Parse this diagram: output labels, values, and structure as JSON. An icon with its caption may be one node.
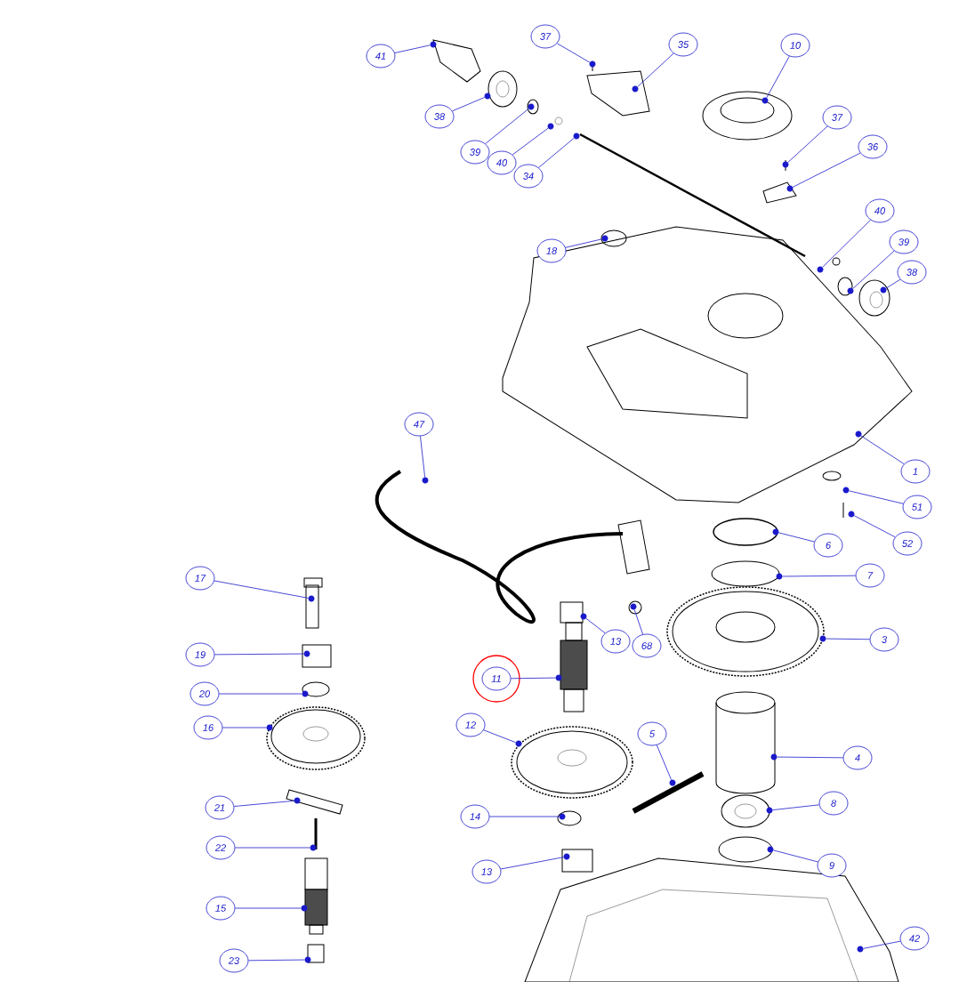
{
  "diagram": {
    "nodes": [
      {
        "text": [
          "41"
        ]
      },
      {
        "text": [
          "37"
        ]
      },
      {
        "text": [
          "35"
        ]
      },
      {
        "text": [
          "10"
        ]
      },
      {
        "text": [
          "38"
        ]
      },
      {
        "text": [
          "39"
        ]
      },
      {
        "text": [
          "40"
        ]
      },
      {
        "text": [
          "34"
        ]
      },
      {
        "text": [
          "37"
        ]
      },
      {
        "text": [
          "36"
        ]
      },
      {
        "text": [
          "18"
        ]
      },
      {
        "text": [
          "40"
        ]
      },
      {
        "text": [
          "39"
        ]
      },
      {
        "text": [
          "38"
        ]
      },
      {
        "text": [
          "47"
        ]
      },
      {
        "text": [
          "1"
        ]
      },
      {
        "text": [
          "51"
        ]
      },
      {
        "text": [
          "52"
        ]
      },
      {
        "text": [
          "6"
        ]
      },
      {
        "text": [
          "17"
        ]
      },
      {
        "text": [
          "7"
        ]
      },
      {
        "text": [
          "13"
        ]
      },
      {
        "text": [
          "68"
        ]
      },
      {
        "text": [
          "3"
        ]
      },
      {
        "text": [
          "19"
        ]
      },
      {
        "text": [
          "11"
        ]
      },
      {
        "text": [
          "20"
        ]
      },
      {
        "text": [
          "12"
        ]
      },
      {
        "text": [
          "5"
        ]
      },
      {
        "text": [
          "16"
        ]
      },
      {
        "text": [
          "4"
        ]
      },
      {
        "text": [
          "21"
        ]
      },
      {
        "text": [
          "8"
        ]
      },
      {
        "text": [
          "14"
        ]
      },
      {
        "text": [
          "22"
        ]
      },
      {
        "text": [
          "9"
        ]
      },
      {
        "text": [
          "13"
        ]
      },
      {
        "text": [
          "15"
        ]
      },
      {
        "text": [
          "42"
        ]
      },
      {
        "text": [
          "23"
        ]
      },
      {
        "text": [],
        "shape": "circle"
      },
      {
        "text": [],
        "shape": "circle"
      },
      {
        "text": [],
        "shape": "circle"
      },
      {
        "text": [],
        "shape": "circle"
      },
      {
        "text": [],
        "shape": "circle"
      },
      {
        "text": [],
        "shape": "circle"
      },
      {
        "text": [],
        "shape": "circle"
      },
      {
        "text": [],
        "shape": "circle"
      },
      {
        "text": [],
        "shape": "circle"
      },
      {
        "text": [],
        "shape": "circle"
      },
      {
        "text": [],
        "shape": "circle"
      },
      {
        "text": [],
        "shape": "circle"
      },
      {
        "text": [],
        "shape": "circle"
      },
      {
        "text": [],
        "shape": "circle"
      },
      {
        "text": [],
        "shape": "circle"
      },
      {
        "text": [],
        "shape": "circle"
      },
      {
        "text": [],
        "shape": "circle"
      },
      {
        "text": [],
        "shape": "circle"
      },
      {
        "text": [],
        "shape": "circle"
      },
      {
        "text": [],
        "shape": "circle"
      },
      {
        "text": [],
        "shape": "circle"
      },
      {
        "text": [],
        "shape": "circle"
      },
      {
        "text": [],
        "shape": "circle"
      },
      {
        "text": [],
        "shape": "circle"
      },
      {
        "text": [],
        "shape": "circle"
      },
      {
        "text": [],
        "shape": "circle"
      },
      {
        "text": [],
        "shape": "circle"
      },
      {
        "text": [],
        "shape": "circle"
      },
      {
        "text": [],
        "shape": "circle"
      },
      {
        "text": [],
        "shape": "circle"
      },
      {
        "text": [],
        "shape": "circle"
      },
      {
        "text": [],
        "shape": "circle"
      },
      {
        "text": [],
        "shape": "circle"
      },
      {
        "text": [],
        "shape": "circle"
      },
      {
        "text": [],
        "shape": "circle"
      },
      {
        "text": [],
        "shape": "circle"
      },
      {
        "text": [],
        "shape": "circle"
      },
      {
        "text": [],
        "shape": "circle"
      },
      {
        "text": [],
        "shape": "circle"
      },
      {
        "text": [],
        "shape": "circle"
      }
    ],
    "edges": [
      {
        "from": 0,
        "to": 40,
        "arrow": "none"
      },
      {
        "from": 1,
        "to": 41,
        "arrow": "none"
      },
      {
        "from": 2,
        "to": 42,
        "arrow": "none"
      },
      {
        "from": 3,
        "to": 43,
        "arrow": "none"
      },
      {
        "from": 4,
        "to": 44,
        "arrow": "none"
      },
      {
        "from": 5,
        "to": 45,
        "arrow": "none"
      },
      {
        "from": 6,
        "to": 46,
        "arrow": "none"
      },
      {
        "from": 7,
        "to": 47,
        "arrow": "none"
      },
      {
        "from": 8,
        "to": 48,
        "arrow": "none"
      },
      {
        "from": 9,
        "to": 49,
        "arrow": "none"
      },
      {
        "from": 10,
        "to": 50,
        "arrow": "none"
      },
      {
        "from": 11,
        "to": 51,
        "arrow": "none"
      },
      {
        "from": 12,
        "to": 52,
        "arrow": "none"
      },
      {
        "from": 13,
        "to": 53,
        "arrow": "none"
      },
      {
        "from": 14,
        "to": 54,
        "arrow": "none"
      },
      {
        "from": 15,
        "to": 55,
        "arrow": "none"
      },
      {
        "from": 16,
        "to": 56,
        "arrow": "none"
      },
      {
        "from": 17,
        "to": 57,
        "arrow": "none"
      },
      {
        "from": 18,
        "to": 58,
        "arrow": "none"
      },
      {
        "from": 19,
        "to": 59,
        "arrow": "none"
      },
      {
        "from": 20,
        "to": 60,
        "arrow": "none"
      },
      {
        "from": 21,
        "to": 61,
        "arrow": "none"
      },
      {
        "from": 22,
        "to": 62,
        "arrow": "none"
      },
      {
        "from": 23,
        "to": 63,
        "arrow": "none"
      },
      {
        "from": 24,
        "to": 64,
        "arrow": "none"
      },
      {
        "from": 25,
        "to": 65,
        "arrow": "none"
      },
      {
        "from": 26,
        "to": 66,
        "arrow": "none"
      },
      {
        "from": 27,
        "to": 67,
        "arrow": "none"
      },
      {
        "from": 28,
        "to": 68,
        "arrow": "none"
      },
      {
        "from": 29,
        "to": 69,
        "arrow": "none"
      },
      {
        "from": 30,
        "to": 70,
        "arrow": "none"
      },
      {
        "from": 31,
        "to": 71,
        "arrow": "none"
      },
      {
        "from": 32,
        "to": 72,
        "arrow": "none"
      },
      {
        "from": 33,
        "to": 73,
        "arrow": "none"
      },
      {
        "from": 34,
        "to": 74,
        "arrow": "none"
      },
      {
        "from": 35,
        "to": 75,
        "arrow": "none"
      },
      {
        "from": 36,
        "to": 76,
        "arrow": "none"
      },
      {
        "from": 37,
        "to": 77,
        "arrow": "none"
      },
      {
        "from": 38,
        "to": 78,
        "arrow": "none"
      },
      {
        "from": 39,
        "to": 79,
        "arrow": "none"
      }
    ]
  }
}
